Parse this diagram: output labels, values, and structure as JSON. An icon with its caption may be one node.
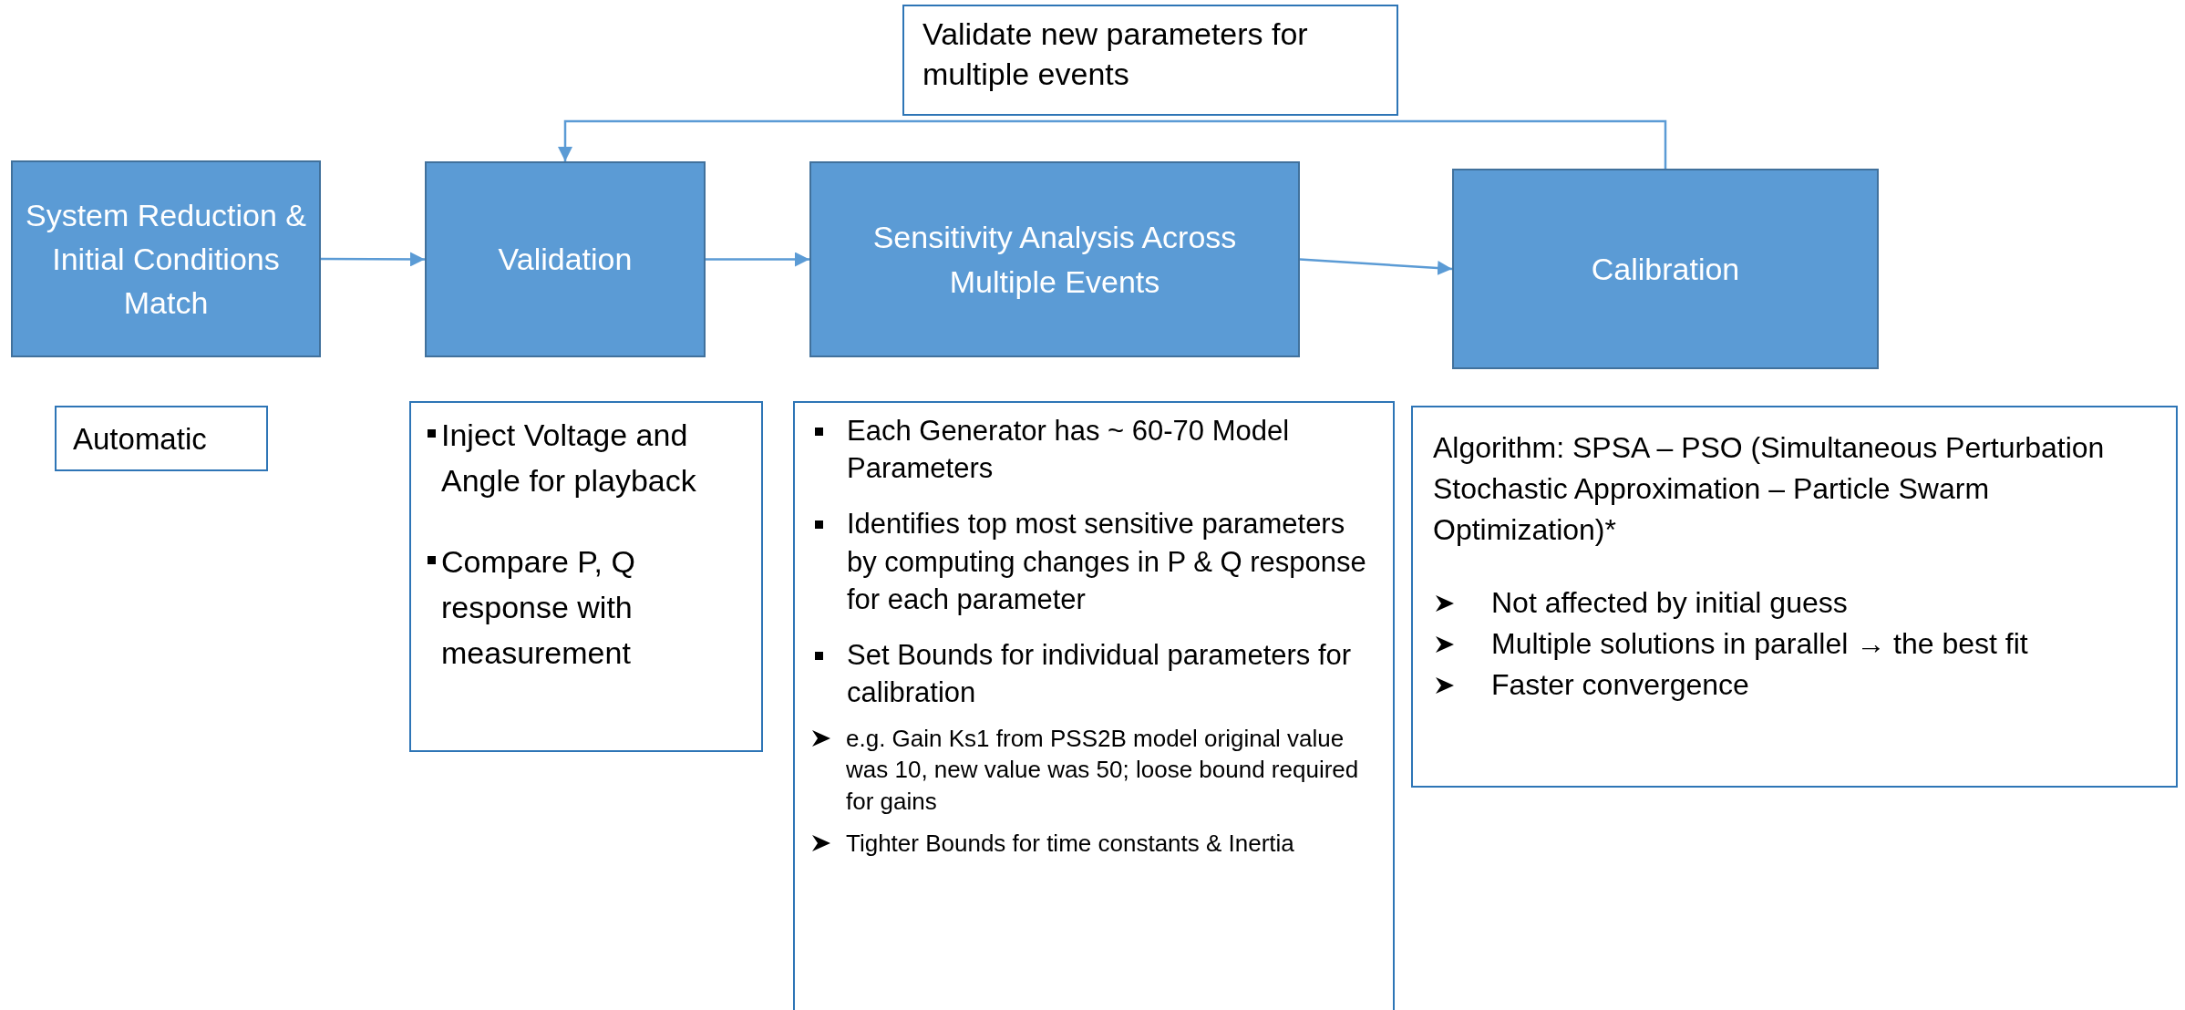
{
  "diagram": {
    "nodes": [
      {
        "text": [
          "Validate new parameters for multiple events"
        ]
      },
      {
        "text": [
          "System Reduction & Initial Conditions Match"
        ]
      },
      {
        "text": [
          "Validation"
        ]
      },
      {
        "text": [
          "Sensitivity Analysis Across Multiple Events"
        ]
      },
      {
        "text": [
          "Calibration"
        ]
      },
      {
        "text": [
          "Automatic"
        ]
      },
      {
        "text": [
          "Inject Voltage and Angle for playback",
          "Compare P, Q response with measurement"
        ]
      },
      {
        "text": [
          "Each Generator has ~ 60-70 Model Parameters",
          "Identifies top most sensitive parameters by computing changes in P & Q response for each parameter",
          "Set Bounds for individual parameters for calibration",
          "e.g. Gain Ks1 from PSS2B model original value was 10, new value was 50; loose bound required for gains",
          "Tighter Bounds for time constants & Inertia"
        ]
      },
      {
        "text": [
          "Algorithm: SPSA – PSO (Simultaneous Perturbation Stochastic Approximation – Particle Swarm Optimization)*",
          "Not affected by initial guess",
          "Multiple solutions in parallel → the best fit",
          "Faster convergence"
        ]
      }
    ],
    "edges": [
      {
        "from": 1,
        "to": 2,
        "arrow": "to"
      },
      {
        "from": 2,
        "to": 3,
        "arrow": "to"
      },
      {
        "from": 3,
        "to": 4,
        "arrow": "to"
      },
      {
        "from": 4,
        "to": 2,
        "arrow": "to"
      }
    ]
  }
}
